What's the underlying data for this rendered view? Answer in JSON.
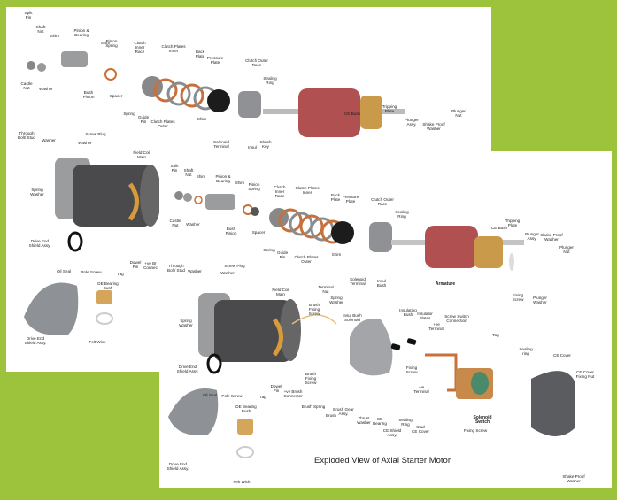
{
  "back": {
    "labels": [
      "Split\nPin",
      "Shaft\nNut",
      "Shim",
      "Pinion &\nBearing",
      "Shim",
      "Pinion\nSpring",
      "Clutch\nInner\nRace",
      "Clutch Plates\nInner",
      "Back\nPlate",
      "Pressure\nPlate",
      "Clutch Outer\nRace",
      "Sealing\nRing",
      "Castle\nNut",
      "Washer",
      "Bush\nPinion",
      "Spacer",
      "Spring",
      "Guide\nPin",
      "Clutch Plates\nOuter",
      "Shim",
      "Solenoid\nTerminal",
      "Insul",
      "Clutch\nKey",
      "CE Bush",
      "Tripping\nPlate",
      "Plunger\nAssy.",
      "Shake Proof\nWasher",
      "Plunger\nNut",
      "Through\nBolt/ Stud",
      "Washer",
      "Screw Plug",
      "Washer",
      "Field Coil\nMain",
      "Spring\nWasher",
      "Drive End\nShield Assy.",
      "Oil Seal",
      "Pole Screw",
      "DE Bearing\nBush",
      "Tag",
      "Dowel\nPin",
      "+ve Br\nConnec",
      "Drive End\nShield Assy.",
      "Felt Wick"
    ]
  },
  "front": {
    "title": "Exploded View of Axial Starter Motor",
    "labels": [
      "Split\nPin",
      "Shaft\nNut",
      "Shim",
      "Pinion &\nBearing",
      "Shim",
      "Pinion\nSpring",
      "Clutch\nInner\nRace",
      "Clutch Plates\nInner",
      "Back\nPlate",
      "Pressure\nPlate",
      "Clutch Outer\nRace",
      "Sealing\nRing",
      "Castle\nNut",
      "Washer",
      "Bush\nPinion",
      "Spacer",
      "Spring",
      "Guide\nPin",
      "Clutch Plates\nOuter",
      "Shim",
      "CE Bush",
      "Tripping\nPlate",
      "Plunger\nAssy.",
      "Shake Proof\nWasher",
      "Plunger\nNut",
      "Armature",
      "Through\nBolt/ Stud",
      "Washer",
      "Screw Plug",
      "Washer",
      "Field Coil\nMain",
      "Terminal\nNut",
      "Solenoid\nTerminal",
      "Insul\nBush",
      "Spring\nWasher",
      "Brush\nFixing\nScrew",
      "Insul Bush\nSolenoid",
      "Insulating\nBush",
      "Insulator\nPlates",
      "+ve\nTerminal",
      "Screw Switch\nConnection",
      "Tag",
      "Sealing\nring",
      "CE Cover",
      "CE Cover\nFixing Nut",
      "Fixing\nScrew",
      "Spring\nWasher",
      "Drive End\nShield Assy.",
      "Brush\nFixing\nScrew",
      "-ve\nTerminal",
      "Dowel\nPin",
      "+ve Brush\nConnector",
      "Oil Seal",
      "Pole Screw",
      "Tag",
      "DE Bearing\nBush",
      "Brush Spring",
      "Brush Gear\nAssy.",
      "Brush",
      "Thrust\nWasher",
      "CE\nBearing",
      "Sealing\nRing",
      "CE Shield\nAssy.",
      "Stud\nCE Cover",
      "Solenoid\nSwitch",
      "Fixing Screw",
      "Drive End\nShield Assy.",
      "Felt Wick",
      "Shake Proof\nWasher",
      "Fixing\nScrew",
      "Plunger\nWasher"
    ]
  },
  "colors": {
    "background": "#9dc23b",
    "copper": "#c8703a",
    "steel": "#8a8d90",
    "dark": "#4a4a4c"
  }
}
